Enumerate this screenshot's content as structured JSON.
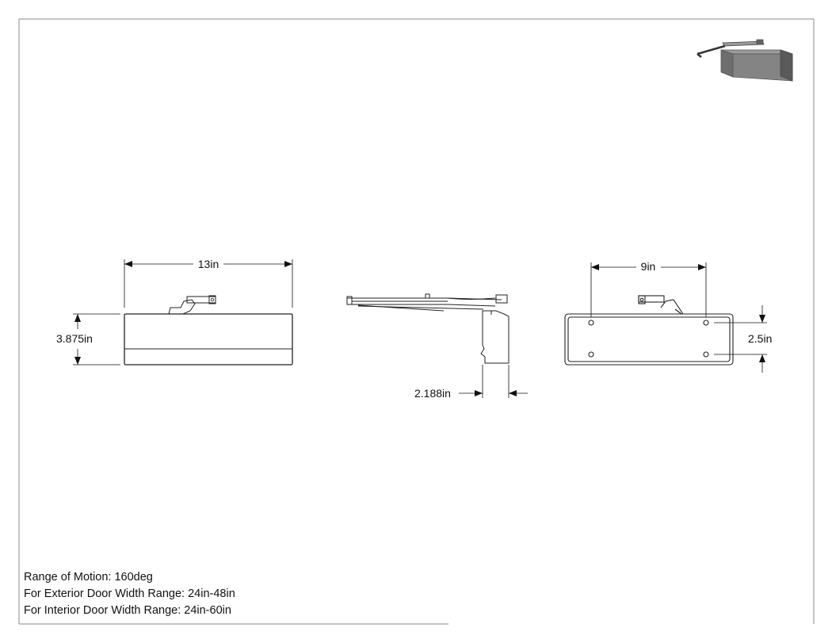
{
  "dimensions": {
    "front_width": "13in",
    "front_height": "3.875in",
    "side_depth": "2.188in",
    "back_hole_spacing_width": "9in",
    "back_hole_spacing_height": "2.5in"
  },
  "notes": {
    "range_of_motion": "Range of Motion: 160deg",
    "exterior_door_width": "For Exterior Door Width Range: 24in-48in",
    "interior_door_width": "For Interior Door Width Range: 24in-60in"
  }
}
